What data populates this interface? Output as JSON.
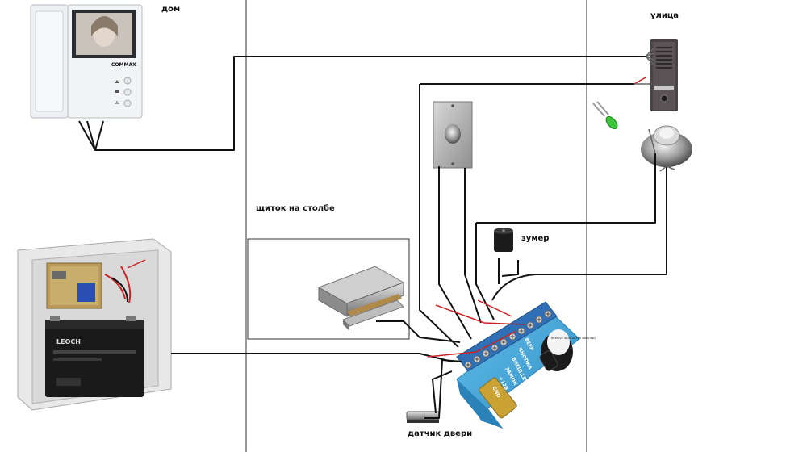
{
  "labels": {
    "home": "дом",
    "street": "улица",
    "pole_panel": "щиток на столбе",
    "buzzer": "зумер",
    "door_sensor": "датчик двери"
  },
  "monitor": {
    "brand": "COMMAX"
  },
  "controller": {
    "terminals": [
      "BEEP",
      "КНОПКА",
      "ВНЕШ.LED",
      "ЗАМОК",
      "+12В",
      "GND"
    ]
  },
  "battery": {
    "brand": "LEOCH"
  },
  "buzzer_module": {
    "text": "REMOVE SEAL AFTER WASHING"
  },
  "colors": {
    "wire": "#111111",
    "controller_board": "#3da4d8",
    "terminal_block": "#2f6fb5",
    "led": "#3cc43c",
    "room_divider": "#333333"
  },
  "icons": [
    "videomonitor-icon",
    "call-panel-icon",
    "reader-icon",
    "exit-button-icon",
    "led-icon",
    "buzzer-icon",
    "electromagnetic-lock-icon",
    "door-sensor-icon",
    "power-supply-box-icon",
    "battery-icon",
    "controller-board-icon"
  ]
}
